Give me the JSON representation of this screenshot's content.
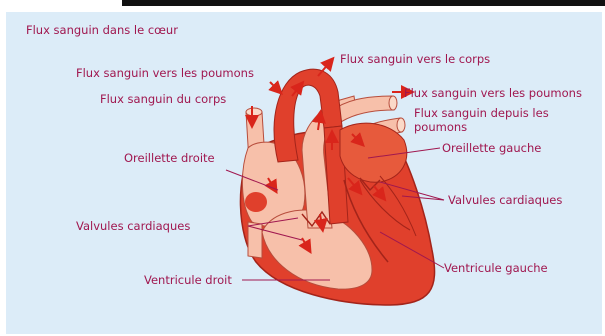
{
  "colors": {
    "label": "#a0174f",
    "heart_dark": "#e0402c",
    "heart_light": "#f7c0aa",
    "background": "#dcecf8",
    "arrow": "#d9251b"
  },
  "labels": {
    "flux_coeur": "Flux sanguin dans le cœur",
    "vers_poumons_left": "Flux sanguin vers les poumons",
    "du_corps": "Flux sanguin du corps",
    "vers_corps": "Flux sanguin vers le corps",
    "vers_poumons_right": "Flux sanguin vers les poumons",
    "depuis_poumons_1": "Flux sanguin depuis les",
    "depuis_poumons_2": "poumons",
    "oreillette_droite": "Oreillette droite",
    "oreillette_gauche": "Oreillette gauche",
    "valvules_left": "Valvules cardiaques",
    "valvules_right": "Valvules cardiaques",
    "ventricule_droit": "Ventricule droit",
    "ventricule_gauche": "Ventricule gauche"
  }
}
